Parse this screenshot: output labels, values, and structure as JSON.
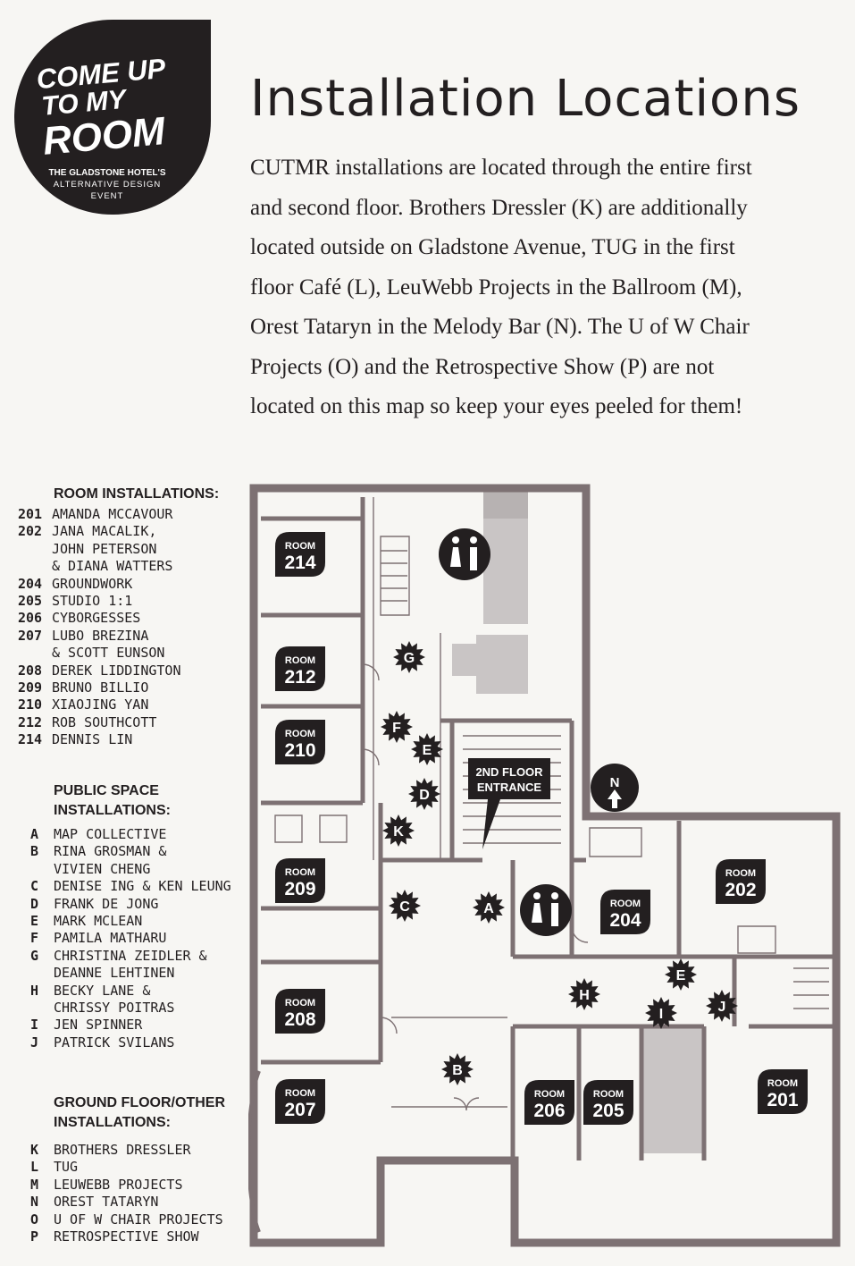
{
  "logo": {
    "line1": "COME UP",
    "line2": "TO MY",
    "line3": "ROOM",
    "sub1": "THE GLADSTONE HOTEL'S",
    "sub2": "ALTERNATIVE DESIGN",
    "sub3": "EVENT",
    "color": "#231f20"
  },
  "title": "Installation Locations",
  "intro_lines": [
    "CUTMR installations are located through the entire first",
    "and second floor. Brothers Dressler (K) are additionally",
    "located outside on Gladstone Avenue, TUG in the first",
    "floor Café (L), LeuWebb Projects in the Ballroom (M),",
    "Orest Tataryn in the Melody Bar (N). The U of W Chair",
    "Projects (O) and the Retrospective Show (P) are not",
    "located on this map so keep your eyes peeled for them!"
  ],
  "room_installations": {
    "heading": "ROOM INSTALLATIONS:",
    "items": [
      {
        "code": "201",
        "name": "AMANDA MCCAVOUR"
      },
      {
        "code": "202",
        "name": "JANA MACALIK,"
      },
      {
        "code": "",
        "name": "JOHN PETERSON"
      },
      {
        "code": "",
        "name": "& DIANA WATTERS"
      },
      {
        "code": "204",
        "name": "GROUNDWORK"
      },
      {
        "code": "205",
        "name": "STUDIO 1:1"
      },
      {
        "code": "206",
        "name": "CYBORGESSES"
      },
      {
        "code": "207",
        "name": "LUBO BREZINA"
      },
      {
        "code": "",
        "name": "& SCOTT EUNSON"
      },
      {
        "code": "208",
        "name": "DEREK LIDDINGTON"
      },
      {
        "code": "209",
        "name": "BRUNO BILLIO"
      },
      {
        "code": "210",
        "name": "XIAOJING YAN"
      },
      {
        "code": "212",
        "name": "ROB SOUTHCOTT"
      },
      {
        "code": "214",
        "name": "DENNIS LIN"
      }
    ]
  },
  "public_installations": {
    "heading1": "PUBLIC SPACE",
    "heading2": "INSTALLATIONS:",
    "items": [
      {
        "code": "A",
        "name": "MAP COLLECTIVE"
      },
      {
        "code": "B",
        "name": "RINA GROSMAN &"
      },
      {
        "code": "",
        "name": "VIVIEN CHENG"
      },
      {
        "code": "C",
        "name": "DENISE ING & KEN LEUNG"
      },
      {
        "code": "D",
        "name": "FRANK DE JONG"
      },
      {
        "code": "E",
        "name": "MARK MCLEAN"
      },
      {
        "code": "F",
        "name": "PAMILA MATHARU"
      },
      {
        "code": "G",
        "name": "CHRISTINA ZEIDLER &"
      },
      {
        "code": "",
        "name": "DEANNE LEHTINEN"
      },
      {
        "code": "H",
        "name": "BECKY LANE &"
      },
      {
        "code": "",
        "name": "CHRISSY POITRAS"
      },
      {
        "code": "I",
        "name": "JEN SPINNER"
      },
      {
        "code": "J",
        "name": "PATRICK SVILANS"
      }
    ]
  },
  "ground_installations": {
    "heading1": "GROUND FLOOR/OTHER",
    "heading2": "INSTALLATIONS:",
    "items": [
      {
        "code": "K",
        "name": "BROTHERS DRESSLER"
      },
      {
        "code": "L",
        "name": "TUG"
      },
      {
        "code": "M",
        "name": "LEUWEBB PROJECTS"
      },
      {
        "code": "N",
        "name": "OREST TATARYN"
      },
      {
        "code": "O",
        "name": "U OF W CHAIR PROJECTS"
      },
      {
        "code": "P",
        "name": "RETROSPECTIVE SHOW"
      }
    ]
  },
  "map": {
    "room_word": "ROOM",
    "rooms": [
      "214",
      "212",
      "210",
      "209",
      "208",
      "207",
      "204",
      "202",
      "206",
      "205",
      "201"
    ],
    "markers": [
      "G",
      "F",
      "E",
      "D",
      "K",
      "C",
      "A",
      "B",
      "H",
      "E",
      "I",
      "J"
    ],
    "entrance_line1": "2ND FLOOR",
    "entrance_line2": "ENTRANCE",
    "north": "N",
    "wall_color": "#7d7173",
    "shade_color": "#c9c5c5",
    "badge_color": "#231f20"
  }
}
